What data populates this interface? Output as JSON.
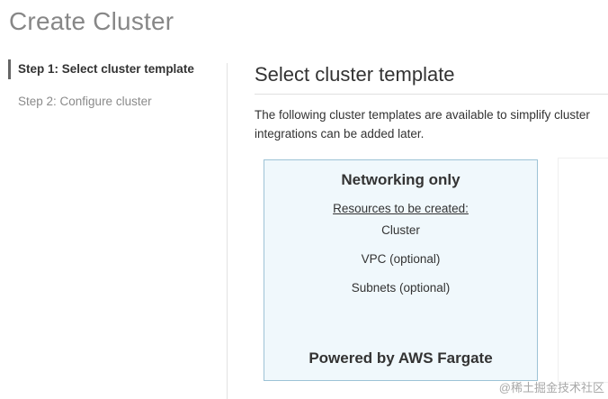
{
  "page": {
    "title": "Create Cluster"
  },
  "steps": [
    {
      "label": "Step 1: Select cluster template",
      "active": true
    },
    {
      "label": "Step 2: Configure cluster",
      "active": false
    }
  ],
  "main": {
    "section_title": "Select cluster template",
    "description": "The following cluster templates are available to simplify cluster integrations can be added later."
  },
  "template_card": {
    "title": "Networking only",
    "resources_heading": "Resources to be created:",
    "resources": [
      "Cluster",
      "VPC (optional)",
      "Subnets (optional)"
    ],
    "footer": "Powered by AWS Fargate",
    "background_color": "#f0f8fc",
    "border_color": "#9dc3d6"
  },
  "watermark": "@稀土掘金技术社区"
}
